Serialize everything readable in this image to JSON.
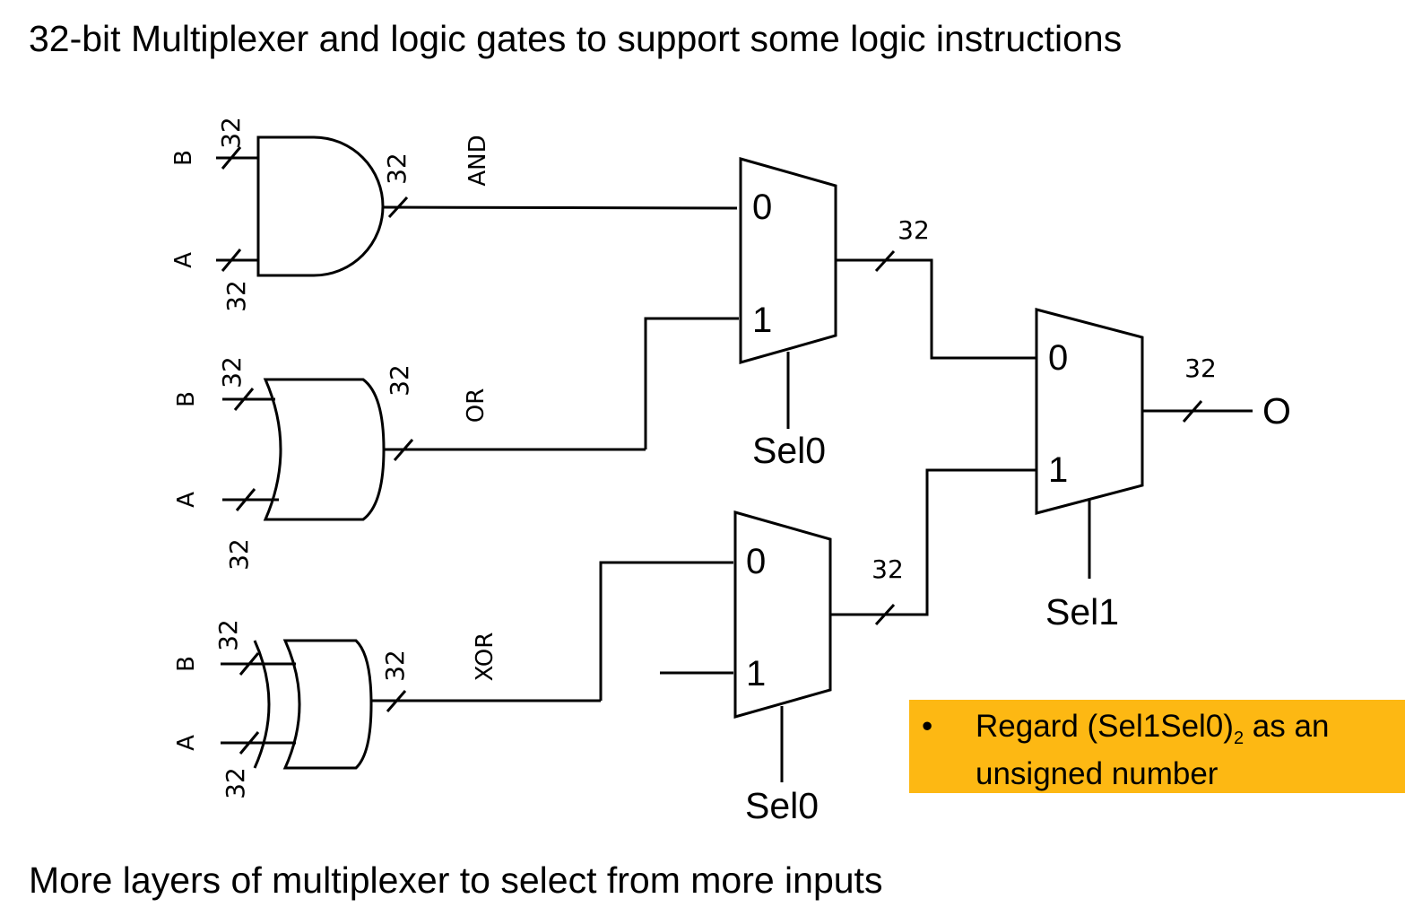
{
  "title": "32-bit Multiplexer and logic gates to support some logic instructions",
  "footer": "More layers of multiplexer to select from more inputs",
  "colors": {
    "note_bg": "#FDB813",
    "line": "#000000"
  },
  "gates": {
    "and": {
      "name": "AND",
      "in_b": "B",
      "in_a": "A",
      "width_b": "32",
      "width_a": "32",
      "width_out": "32"
    },
    "or": {
      "name": "OR",
      "in_b": "B",
      "in_a": "A",
      "width_b": "32",
      "width_a": "32",
      "width_out": "32"
    },
    "xor": {
      "name": "XOR",
      "in_b": "B",
      "in_a": "A",
      "width_b": "32",
      "width_a": "32",
      "width_out": "32"
    }
  },
  "muxes": {
    "top": {
      "in0": "0",
      "in1": "1",
      "select": "Sel0",
      "width_out": "32"
    },
    "bottom": {
      "in0": "0",
      "in1": "1",
      "select": "Sel0",
      "width_out": "32"
    },
    "final": {
      "in0": "0",
      "in1": "1",
      "select": "Sel1",
      "width_out": "32",
      "output": "O"
    }
  },
  "note": {
    "bullet": "•",
    "pre": "Regard (Sel1Sel0)",
    "sub": "2",
    "post": " as an unsigned number"
  }
}
